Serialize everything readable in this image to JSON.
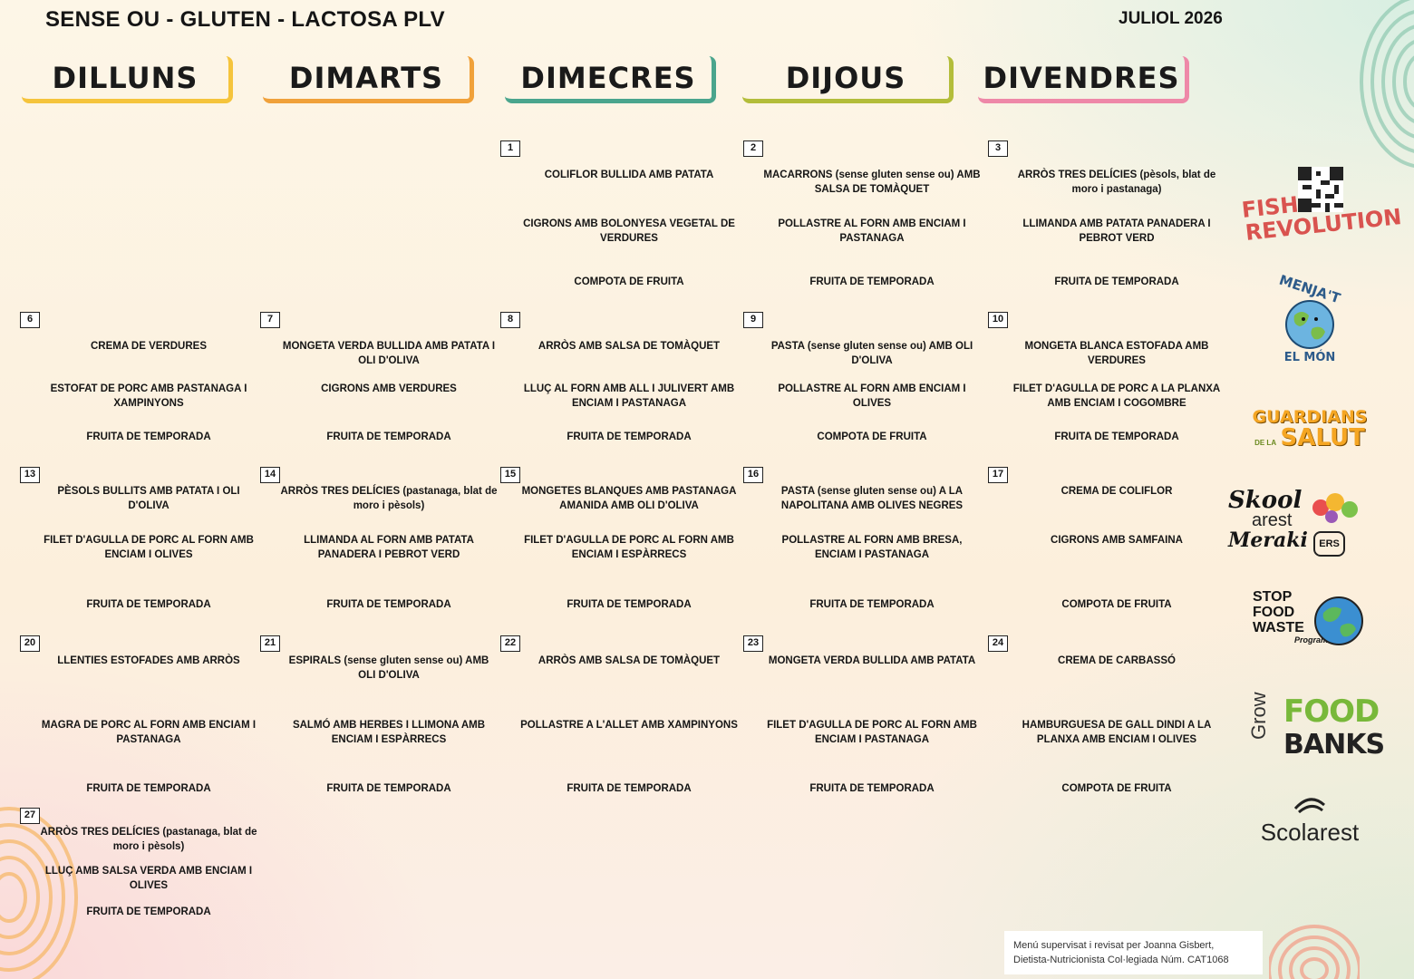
{
  "header": {
    "title": "SENSE OU - GLUTEN - LACTOSA PLV",
    "month": "JULIOL 2026"
  },
  "days": [
    {
      "label": "DILLUNS",
      "color": "#f5c43c"
    },
    {
      "label": "DIMARTS",
      "color": "#f0a13a"
    },
    {
      "label": "DIMECRES",
      "color": "#4aa58d"
    },
    {
      "label": "DIJOUS",
      "color": "#b3bd3a"
    },
    {
      "label": "DIVENDRES",
      "color": "#ee88a8"
    }
  ],
  "rows": [
    [
      null,
      null,
      {
        "num": "1",
        "dishes": [
          "COLIFLOR BULLIDA AMB PATATA",
          "CIGRONS AMB BOLONYESA VEGETAL DE VERDURES",
          "COMPOTA DE FRUITA"
        ]
      },
      {
        "num": "2",
        "dishes": [
          "MACARRONS (sense gluten sense ou) AMB SALSA DE TOMÀQUET",
          "POLLASTRE AL FORN AMB ENCIAM I PASTANAGA",
          "FRUITA DE TEMPORADA"
        ]
      },
      {
        "num": "3",
        "dishes": [
          "ARRÒS TRES DELÍCIES (pèsols, blat de moro i pastanaga)",
          "LLIMANDA AMB PATATA PANADERA I PEBROT VERD",
          "FRUITA DE TEMPORADA"
        ]
      }
    ],
    [
      {
        "num": "6",
        "dishes": [
          "CREMA DE VERDURES",
          "ESTOFAT DE PORC AMB PASTANAGA I XAMPINYONS",
          "FRUITA DE TEMPORADA"
        ]
      },
      {
        "num": "7",
        "dishes": [
          "MONGETA VERDA BULLIDA AMB PATATA I OLI D'OLIVA",
          "CIGRONS AMB VERDURES",
          "FRUITA DE TEMPORADA"
        ]
      },
      {
        "num": "8",
        "dishes": [
          "ARRÒS AMB SALSA DE TOMÀQUET",
          "LLUÇ AL FORN AMB ALL I JULIVERT AMB ENCIAM I PASTANAGA",
          "FRUITA DE TEMPORADA"
        ]
      },
      {
        "num": "9",
        "dishes": [
          "PASTA (sense gluten sense ou) AMB OLI D'OLIVA",
          "POLLASTRE AL FORN AMB ENCIAM I OLIVES",
          "COMPOTA DE FRUITA"
        ]
      },
      {
        "num": "10",
        "dishes": [
          "MONGETA BLANCA ESTOFADA AMB VERDURES",
          "FILET D'AGULLA DE PORC A LA PLANXA AMB ENCIAM I COGOMBRE",
          "FRUITA DE TEMPORADA"
        ]
      }
    ],
    [
      {
        "num": "13",
        "dishes": [
          "PÈSOLS BULLITS AMB PATATA I OLI D'OLIVA",
          "FILET D'AGULLA DE PORC AL FORN AMB ENCIAM I OLIVES",
          "FRUITA DE TEMPORADA"
        ]
      },
      {
        "num": "14",
        "dishes": [
          "ARRÒS TRES DELÍCIES (pastanaga, blat de moro i pèsols)",
          "LLIMANDA AL FORN AMB PATATA PANADERA I PEBROT VERD",
          "FRUITA DE TEMPORADA"
        ]
      },
      {
        "num": "15",
        "dishes": [
          "MONGETES BLANQUES AMB PASTANAGA AMANIDA AMB OLI D'OLIVA",
          "FILET D'AGULLA DE PORC AL FORN AMB ENCIAM I ESPÀRRECS",
          "FRUITA DE TEMPORADA"
        ]
      },
      {
        "num": "16",
        "dishes": [
          "PASTA (sense gluten sense ou) A LA NAPOLITANA AMB OLIVES NEGRES",
          "POLLASTRE AL FORN AMB BRESA, ENCIAM I PASTANAGA",
          "FRUITA DE TEMPORADA"
        ]
      },
      {
        "num": "17",
        "dishes": [
          "CREMA DE COLIFLOR",
          "CIGRONS AMB SAMFAINA",
          "COMPOTA DE FRUITA"
        ]
      }
    ],
    [
      {
        "num": "20",
        "dishes": [
          "LLENTIES ESTOFADES AMB ARRÒS",
          "MAGRA DE PORC AL FORN AMB ENCIAM I PASTANAGA",
          "FRUITA DE TEMPORADA"
        ]
      },
      {
        "num": "21",
        "dishes": [
          "ESPIRALS (sense gluten sense ou) AMB OLI D'OLIVA",
          "SALMÓ AMB HERBES I LLIMONA AMB ENCIAM I ESPÀRRECS",
          "FRUITA DE TEMPORADA"
        ]
      },
      {
        "num": "22",
        "dishes": [
          "ARRÒS AMB SALSA DE TOMÀQUET",
          "POLLASTRE A L'ALLET AMB XAMPINYONS",
          "FRUITA DE TEMPORADA"
        ]
      },
      {
        "num": "23",
        "dishes": [
          "MONGETA VERDA BULLIDA AMB PATATA",
          "FILET D'AGULLA DE PORC AL FORN AMB ENCIAM I PASTANAGA",
          "FRUITA DE TEMPORADA"
        ]
      },
      {
        "num": "24",
        "dishes": [
          "CREMA DE CARBASSÓ",
          "HAMBURGUESA DE GALL DINDI A LA PLANXA AMB ENCIAM I OLIVES",
          "COMPOTA DE FRUITA"
        ]
      }
    ],
    [
      {
        "num": "27",
        "dishes": [
          "ARRÒS TRES DELÍCIES (pastanaga, blat de moro i pèsols)",
          "LLUÇ AMB SALSA VERDA AMB ENCIAM I OLIVES",
          "FRUITA DE TEMPORADA"
        ]
      },
      null,
      null,
      null,
      null
    ]
  ],
  "logos": {
    "fish": {
      "line1": "FISH",
      "line2": "REVOLUTION",
      "color": "#d9534f"
    },
    "menjat": {
      "top": "MENJA'T",
      "bottom": "EL MÓN"
    },
    "guardians": {
      "line1": "GUARDIANS",
      "line2": "SALUT",
      "small": "DE LA"
    },
    "skool": {
      "line1": "Skool",
      "line2": "arest",
      "line3": "Meraki",
      "badge": "ERS"
    },
    "stopfood": {
      "line1": "STOP",
      "line2": "FOOD",
      "line3": "WASTE",
      "sub": "Program"
    },
    "growfood": {
      "side": "Grow",
      "line1": "FOOD",
      "line2": "BANKS"
    },
    "scolarest": {
      "name": "Scolarest"
    }
  },
  "note": {
    "line1": "Menú supervisat i revisat per Joanna Gisbert,",
    "line2": "Dietista-Nutricionista Col·legiada Núm. CAT1068"
  }
}
